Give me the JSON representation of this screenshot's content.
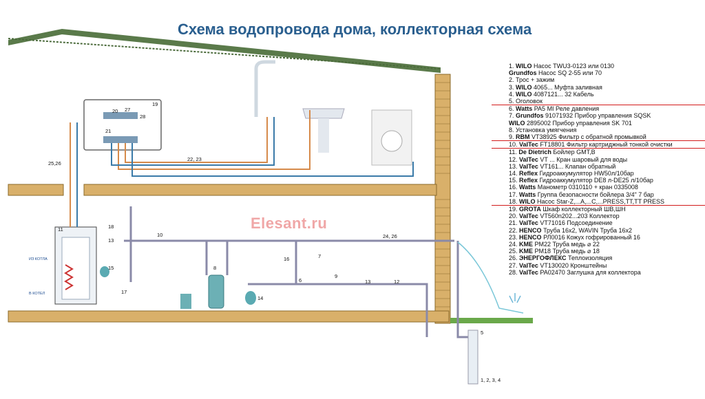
{
  "title": "Схема водопровода дома, коллекторная схема",
  "watermark": "Elesant.ru",
  "pipe_labels": {
    "main_25_26": "25,26",
    "pipes_22_23": "22, 23",
    "pipes_24_26": "24, 26",
    "well": "1, 2, 3, 4"
  },
  "boiler_labels": {
    "from_boiler": "ИЗ КОТЛА",
    "to_boiler": "В КОТЕЛ"
  },
  "numbers": {
    "n5": "5",
    "n6": "6",
    "n7": "7",
    "n8": "8",
    "n9": "9",
    "n10": "10",
    "n11": "11",
    "n12": "12",
    "n13": "13",
    "n14": "14",
    "n15": "15",
    "n16": "16",
    "n17": "17",
    "n18": "18",
    "n19": "19",
    "n20": "20",
    "n21": "21",
    "n27": "27",
    "n28": "28"
  },
  "legend": [
    {
      "num": "1.",
      "brand": "WILO",
      "text": "Насос TWU3-0123 или 0130"
    },
    {
      "num": "",
      "brand": "Grundfos",
      "text": "Насос SQ 2-55 или 70"
    },
    {
      "num": "2.",
      "brand": "",
      "text": "Трос + зажим"
    },
    {
      "num": "3.",
      "brand": "WILO",
      "text": "4065... Муфта заливная"
    },
    {
      "num": "4.",
      "brand": "WILO",
      "text": "4087121... 32 Кабель"
    },
    {
      "num": "5.",
      "brand": "",
      "text": "Оголовок",
      "sep": true
    },
    {
      "num": "6.",
      "brand": "Watts",
      "text": "PA5 MI Реле давления"
    },
    {
      "num": "7.",
      "brand": "Grundfos",
      "text": "91071932 Прибор управления SQSK"
    },
    {
      "num": "",
      "brand": "WILO",
      "text": "2895002 Прибор управления SK 701"
    },
    {
      "num": "8.",
      "brand": "",
      "text": "Установка умягчения"
    },
    {
      "num": "9.",
      "brand": "RBM",
      "text": "VT38925 Фильтр с обратной промывкой",
      "sep": true
    },
    {
      "num": "10.",
      "brand": "ValTec",
      "text": "FT18801 Фильтр картриджный тонкой очистки",
      "sep": true
    },
    {
      "num": "11.",
      "brand": "De Dietrich",
      "text": "Бойлер GMT,B"
    },
    {
      "num": "12.",
      "brand": "ValTec",
      "text": "VT ... Кран шаровый для воды"
    },
    {
      "num": "13.",
      "brand": "ValTec",
      "text": "VT161... Клапан обратный"
    },
    {
      "num": "14.",
      "brand": "Reflex",
      "text": "Гидроаккумулятор HW50л/10бар"
    },
    {
      "num": "15.",
      "brand": "Reflex",
      "text": "Гидроаккумулятор DE8 л-DE25 л/10бар"
    },
    {
      "num": "16.",
      "brand": "Watts",
      "text": "Манометр 0310110 + кран 0335008"
    },
    {
      "num": "17.",
      "brand": "Watts",
      "text": "Группа безопасности бойлера 3/4\" 7 бар"
    },
    {
      "num": "18.",
      "brand": "WILO",
      "text": "Насос Star-Z,...A,...C,...PRESS,TT,TT PRESS",
      "sep": true
    },
    {
      "num": "19.",
      "brand": "GROTA",
      "text": "Шкаф коллекторный ШВ,ШН"
    },
    {
      "num": "20.",
      "brand": "ValTec",
      "text": "VT560n202...203 Коллектор"
    },
    {
      "num": "21.",
      "brand": "ValTec",
      "text": "VT71016 Подсоединение"
    },
    {
      "num": "22.",
      "brand": "HENCO",
      "text": "Труба 16x2, WAVIN Труба 16x2"
    },
    {
      "num": "23.",
      "brand": "HENCO",
      "text": "РЛ0016 Кожух гофрированный 16"
    },
    {
      "num": "24.",
      "brand": "KME",
      "text": "PM22 Труба медь ⌀ 22"
    },
    {
      "num": "25.",
      "brand": "KME",
      "text": "PM18 Труба медь ⌀ 18"
    },
    {
      "num": "26.",
      "brand": "ЭНЕРГОФЛЕКС",
      "text": "Теплоизоляция"
    },
    {
      "num": "27.",
      "brand": "ValTec",
      "text": "VT130020 Кронштейны"
    },
    {
      "num": "28.",
      "brand": "ValTec",
      "text": "PA02470 Заглушка для коллектора"
    }
  ]
}
